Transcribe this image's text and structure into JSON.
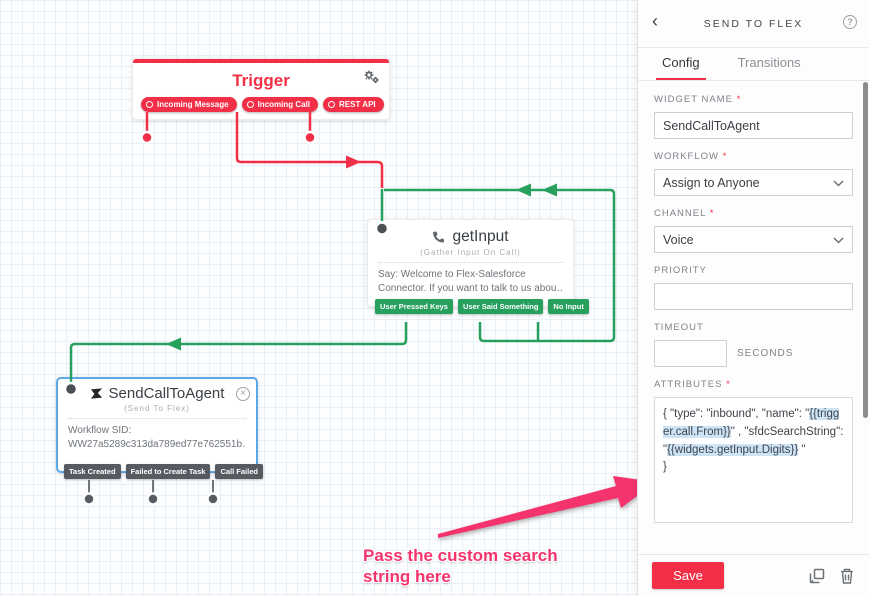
{
  "colors": {
    "red": "#F22F46",
    "green": "#27A05E",
    "dark_pill": "#565B61",
    "selection_blue": "#5BA7E7",
    "annotation_pink": "#F5346E",
    "highlight_blue": "#CDE4F7"
  },
  "icons": {
    "back_chevron": "‹",
    "close": "×",
    "help": "?"
  },
  "canvas": {
    "trigger": {
      "title": "Trigger",
      "pills": [
        {
          "label": "Incoming Message"
        },
        {
          "label": "Incoming Call"
        },
        {
          "label": "REST API"
        }
      ]
    },
    "get_input": {
      "title": "getInput",
      "subtitle": "(Gather Input On Call)",
      "body_line1": "Say: Welcome to Flex-Salesforce",
      "body_line2": "Connector. If you want to talk to us abou…",
      "pills": [
        {
          "label": "User Pressed Keys"
        },
        {
          "label": "User Said Something"
        },
        {
          "label": "No Input"
        }
      ]
    },
    "send_call": {
      "title": "SendCallToAgent",
      "subtitle": "(Send To Flex)",
      "body_line1": "Workflow SID:",
      "body_line2": "WW27a5289c313da789ed77e762551b…",
      "pills": [
        {
          "label": "Task Created"
        },
        {
          "label": "Failed to Create Task"
        },
        {
          "label": "Call Failed"
        }
      ]
    },
    "annotation": {
      "line1": "Pass the custom search",
      "line2": "string here"
    }
  },
  "panel": {
    "title": "SEND TO FLEX",
    "tabs": [
      {
        "label": "Config"
      },
      {
        "label": "Transitions"
      }
    ],
    "required_marker": "*",
    "fields": {
      "widget_name": {
        "label": "WIDGET NAME",
        "value": "SendCallToAgent"
      },
      "workflow": {
        "label": "WORKFLOW",
        "value": "Assign to Anyone"
      },
      "channel": {
        "label": "CHANNEL",
        "value": "Voice"
      },
      "priority": {
        "label": "PRIORITY",
        "value": ""
      },
      "timeout": {
        "label": "TIMEOUT",
        "value": "",
        "unit": "SECONDS"
      },
      "attributes": {
        "label": "ATTRIBUTES",
        "segments": [
          {
            "text": "{ \"type\": \"inbound\", \"name\": \"",
            "highlight": false
          },
          {
            "text": "{{trigger.call.From}}",
            "highlight": true
          },
          {
            "text": "\" , ",
            "highlight": false
          },
          {
            "text": "\"sfdcSearchString\": \"",
            "highlight": false
          },
          {
            "text": "{{widgets.getInput.Digits}}",
            "highlight": true
          },
          {
            "text": " \"\n}",
            "highlight": false
          }
        ]
      }
    },
    "save_label": "Save"
  }
}
